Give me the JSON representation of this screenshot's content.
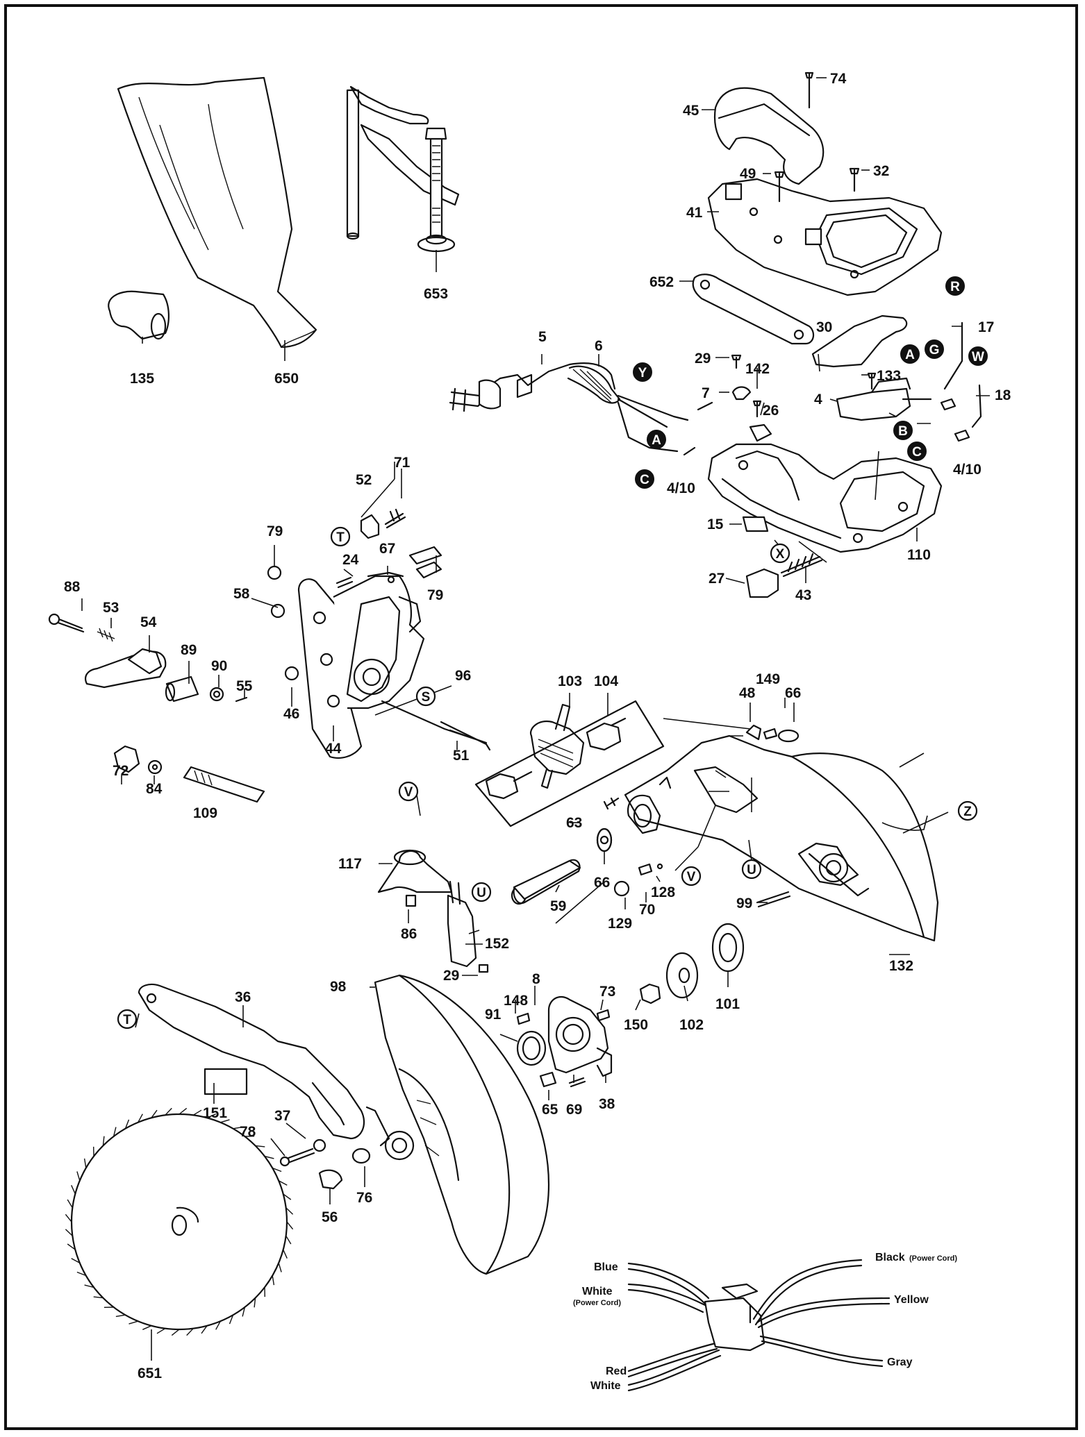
{
  "diagram": {
    "part_numbers": {
      "p74": "74",
      "p45": "45",
      "p49": "49",
      "p32": "32",
      "p41": "41",
      "p653": "653",
      "p652": "652",
      "p30": "30",
      "p17": "17",
      "p18": "18",
      "p135": "135",
      "p650": "650",
      "p5": "5",
      "p6": "6",
      "p29a": "29",
      "p142": "142",
      "p133": "133",
      "p7": "7",
      "p26": "26",
      "p4": "4",
      "p4_10a": "4/10",
      "p4_10b": "4/10",
      "p15": "15",
      "p110": "110",
      "p27": "27",
      "p43": "43",
      "p71": "71",
      "p52": "52",
      "p79a": "79",
      "p24": "24",
      "p67": "67",
      "p79b": "79",
      "p88": "88",
      "p53": "53",
      "p54": "54",
      "p58": "58",
      "p89": "89",
      "p90": "90",
      "p55": "55",
      "p46": "46",
      "p96": "96",
      "p103": "103",
      "p104": "104",
      "p72": "72",
      "p84": "84",
      "p44": "44",
      "p51": "51",
      "p109": "109",
      "p149": "149",
      "p48": "48",
      "p66a": "66",
      "p63": "63",
      "p117": "117",
      "p66b": "66",
      "p128": "128",
      "p86": "86",
      "p59": "59",
      "p129": "129",
      "p70": "70",
      "p99": "99",
      "p152": "152",
      "p29b": "29",
      "p132": "132",
      "p98": "98",
      "p36": "36",
      "p8": "8",
      "p73": "73",
      "p148": "148",
      "p91": "91",
      "p150": "150",
      "p102": "102",
      "p101": "101",
      "p151": "151",
      "p37": "37",
      "p78": "78",
      "p65": "65",
      "p69": "69",
      "p38": "38",
      "p76": "76",
      "p56": "56",
      "p651": "651"
    },
    "callouts": {
      "R": "R",
      "A": "A",
      "G": "G",
      "W": "W",
      "Y": "Y",
      "B": "B",
      "C": "C",
      "X": "X",
      "T": "T",
      "S": "S",
      "V": "V",
      "U": "U",
      "Z": "Z"
    },
    "wiring": {
      "blue": "Blue",
      "white_power": "White",
      "power_cord": "(Power Cord)",
      "black_power": "Black",
      "yellow": "Yellow",
      "gray": "Gray",
      "red": "Red",
      "white": "White"
    }
  }
}
